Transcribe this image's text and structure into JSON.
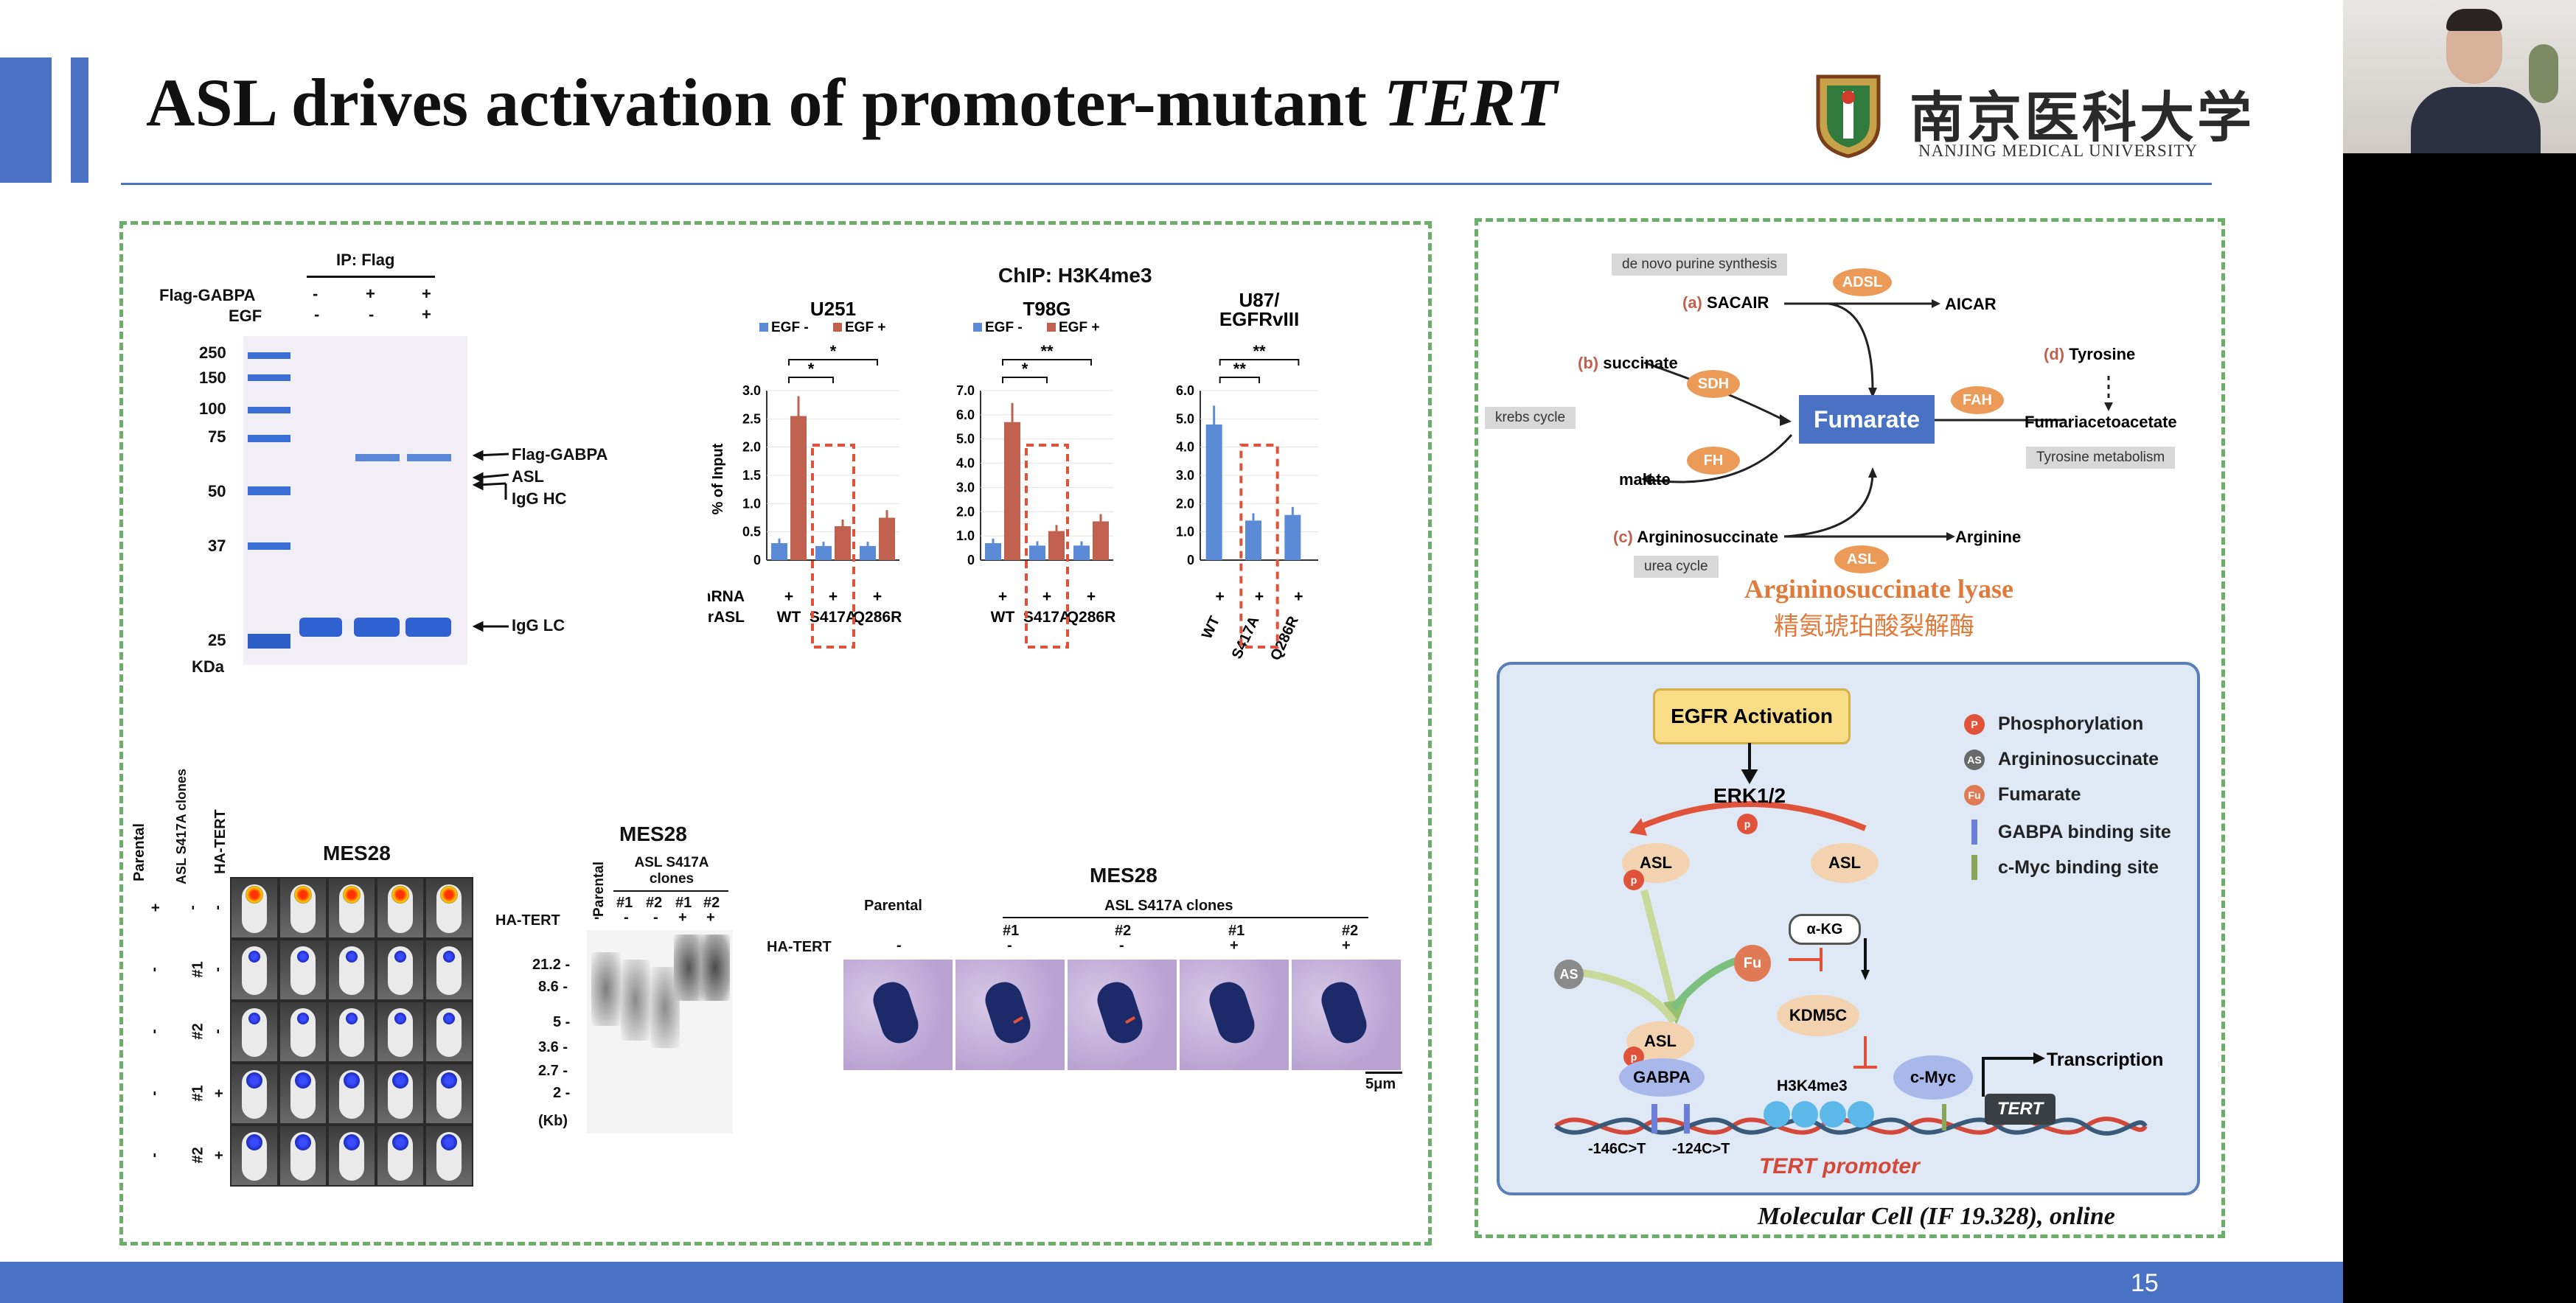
{
  "slide": {
    "title_main": "ASL drives activation of promoter-mutant ",
    "title_italic": "TERT",
    "university_cn": "南京医科大学",
    "university_en": "NANJING MEDICAL UNIVERSITY",
    "page_number": "15",
    "citation": "Molecular Cell (IF 19.328), online",
    "colors": {
      "accent_blue": "#4a72c4",
      "frame_green": "#6aae6a",
      "bar_blue": "#5b8bd6",
      "bar_red": "#c0604f",
      "highlight_red": "#e0523a"
    }
  },
  "ip_blot": {
    "header": "IP: Flag",
    "row_labels": [
      "Flag-GABPA",
      "EGF"
    ],
    "row1_signs": [
      "-",
      "+",
      "+"
    ],
    "row2_signs": [
      "-",
      "-",
      "+"
    ],
    "markers": [
      "250",
      "150",
      "100",
      "75",
      "50",
      "37",
      "25"
    ],
    "unit": "KDa",
    "band_labels": [
      "Flag-GABPA",
      "ASL",
      "IgG HC",
      "IgG LC"
    ]
  },
  "chip": {
    "title": "ChIP: H3K4me3",
    "ylabel": "% of Input",
    "legend": [
      "EGF -",
      "EGF +"
    ],
    "row_labels": [
      "ASL shRNA",
      "Flag-rASL"
    ],
    "charts": [
      {
        "cell": "U251",
        "yticks": [
          "3.0",
          "2.5",
          "2.0",
          "1.5",
          "1.0",
          "0.5",
          "0"
        ],
        "ymax": 3.0,
        "sig": [
          "*",
          "*"
        ],
        "xlabels": [
          "WT",
          "S417A",
          "Q286R"
        ],
        "signs": [
          "+",
          "+",
          "+"
        ]
      },
      {
        "cell": "T98G",
        "yticks": [
          "7.0",
          "6.0",
          "5.0",
          "4.0",
          "3.0",
          "2.0",
          "1.0",
          "0"
        ],
        "ymax": 7.0,
        "sig": [
          "*",
          "**"
        ],
        "xlabels": [
          "WT",
          "S417A",
          "Q286R"
        ],
        "signs": [
          "+",
          "+",
          "+"
        ]
      },
      {
        "cell": "U87/ EGFRvIII",
        "yticks": [
          "6.0",
          "5.0",
          "4.0",
          "3.0",
          "2.0",
          "1.0",
          "0"
        ],
        "ymax": 6.0,
        "sig": [
          "**",
          "**"
        ],
        "xlabels": [
          "WT",
          "S417A",
          "Q286R"
        ],
        "signs": [
          "+",
          "+",
          "+"
        ]
      }
    ]
  },
  "chart_data": [
    {
      "type": "bar",
      "title": "U251",
      "categories": [
        "WT",
        "S417A",
        "Q286R"
      ],
      "series": [
        {
          "name": "EGF -",
          "values": [
            0.3,
            0.25,
            0.25
          ]
        },
        {
          "name": "EGF +",
          "values": [
            2.55,
            0.6,
            0.75
          ]
        }
      ],
      "ylabel": "% of Input",
      "ylim": [
        0,
        3.0
      ]
    },
    {
      "type": "bar",
      "title": "T98G",
      "categories": [
        "WT",
        "S417A",
        "Q286R"
      ],
      "series": [
        {
          "name": "EGF -",
          "values": [
            0.7,
            0.6,
            0.6
          ]
        },
        {
          "name": "EGF +",
          "values": [
            5.7,
            1.2,
            1.6
          ]
        }
      ],
      "ylabel": "% of Input",
      "ylim": [
        0,
        7.0
      ]
    },
    {
      "type": "bar",
      "title": "U87/ EGFRvIII",
      "categories": [
        "WT",
        "S417A",
        "Q286R"
      ],
      "series": [
        {
          "name": "EGF -",
          "values": [
            4.8,
            1.4,
            1.6
          ]
        }
      ],
      "ylabel": "% of Input",
      "ylim": [
        0,
        6.0
      ]
    }
  ],
  "mice": {
    "title": "MES28",
    "col_labels": [
      "Parental",
      "ASL S417A clones",
      "HA-TERT"
    ],
    "rows": [
      {
        "a": "+",
        "b": "-",
        "c": "-"
      },
      {
        "a": "-",
        "b": "#1",
        "c": "-"
      },
      {
        "a": "-",
        "b": "#2",
        "c": "-"
      },
      {
        "a": "-",
        "b": "#1",
        "c": "+"
      },
      {
        "a": "-",
        "b": "#2",
        "c": "+"
      }
    ]
  },
  "trf": {
    "title": "MES28",
    "col_parental": "Parental",
    "col_clones": "ASL S417A clones",
    "clones": [
      "#1",
      "#2",
      "#1",
      "#2"
    ],
    "ha_label": "HA-TERT",
    "ha_signs": [
      "-",
      "-",
      "-",
      "+",
      "+"
    ],
    "markers": [
      "21.2 -",
      "8.6 -",
      "5 -",
      "3.6 -",
      "2.7 -",
      "2 -"
    ],
    "unit": "(Kb)"
  },
  "metaphase": {
    "title": "MES28",
    "parental": "Parental",
    "clones_header": "ASL S417A clones",
    "clones": [
      "#1",
      "#2",
      "#1",
      "#2"
    ],
    "ha_label": "HA-TERT",
    "ha_signs": [
      "-",
      "-",
      "-",
      "+",
      "+"
    ],
    "scale": "5μm"
  },
  "pathway": {
    "de_novo": "de novo purine synthesis",
    "krebs": "krebs cycle",
    "urea": "urea cycle",
    "tyr_met": "Tyrosine metabolism",
    "a_label": "(a)",
    "a_text": "SACAIR",
    "aicar": "AICAR",
    "b_label": "(b)",
    "b_text": "succinate",
    "malate": "malate",
    "c_label": "(c)",
    "c_text": "Argininosuccinate",
    "arginine": "Arginine",
    "d_label": "(d)",
    "d_text": "Tyrosine",
    "fumaracetoacetate": "Fumariacetoacetate",
    "fumarate": "Fumarate",
    "enzymes": [
      "ADSL",
      "SDH",
      "FH",
      "FAH",
      "ASL"
    ],
    "asl_en": "Argininosuccinate lyase",
    "asl_cn": "精氨琥珀酸裂解酶"
  },
  "model": {
    "egfr": "EGFR Activation",
    "erk": "ERK1/2",
    "p": "p",
    "asl": "ASL",
    "as": "AS",
    "fu": "Fu",
    "akg": "α-KG",
    "kdm5c": "KDM5C",
    "gabpa": "GABPA",
    "h3k4me3": "H3K4me3",
    "cmyc": "c-Myc",
    "transcription": "Transcription",
    "tert": "TERT",
    "promoter": "TERT promoter",
    "mut1": "-146C>T",
    "mut2": "-124C>T",
    "legend": [
      {
        "sym": "P",
        "text": "Phosphorylation",
        "color": "#e0523a"
      },
      {
        "sym": "AS",
        "text": "Argininosuccinate",
        "color": "#6a6a6a"
      },
      {
        "sym": "Fu",
        "text": "Fumarate",
        "color": "#e07a55"
      },
      {
        "sym": "",
        "text": "GABPA binding site",
        "color": "#6c7fd8"
      },
      {
        "sym": "",
        "text": "c-Myc binding site",
        "color": "#8aa65a"
      }
    ]
  }
}
